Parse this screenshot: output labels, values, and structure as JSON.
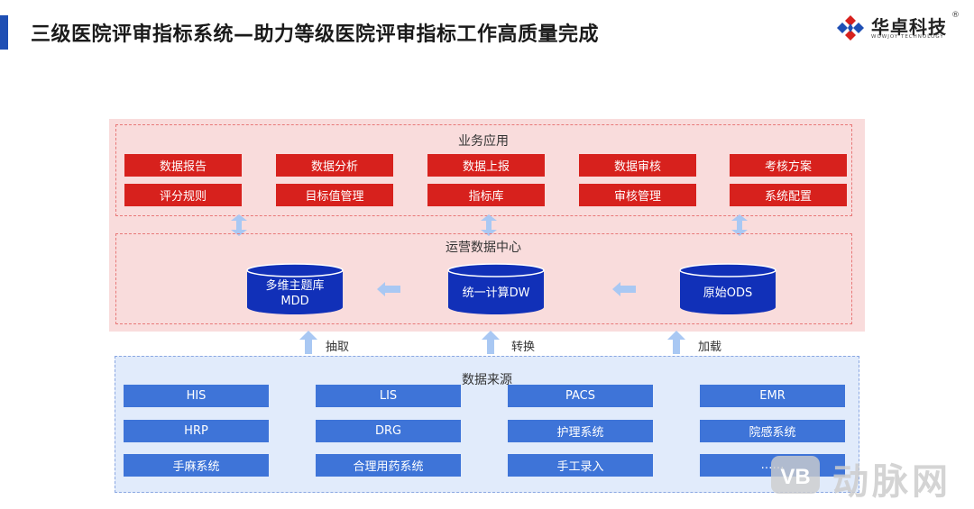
{
  "header": {
    "title": "三级医院评审指标系统—助力等级医院评审指标工作高质量完成"
  },
  "logo": {
    "name": "华卓科技",
    "subtitle": "WOWJOY TECHNOLOGY",
    "reg": "®"
  },
  "business": {
    "title": "业务应用",
    "row1": [
      "数据报告",
      "数据分析",
      "数据上报",
      "数据审核",
      "考核方案"
    ],
    "row2": [
      "评分规则",
      "目标值管理",
      "指标库",
      "审核管理",
      "系统配置"
    ]
  },
  "ops": {
    "title": "运营数据中心",
    "db_mdd_line1": "多维主题库",
    "db_mdd_line2": "MDD",
    "db_dw": "统一计算DW",
    "db_ods": "原始ODS"
  },
  "flows": {
    "extract": "抽取",
    "transform": "转换",
    "load": "加载"
  },
  "sources": {
    "title": "数据来源",
    "row1": [
      "HIS",
      "LIS",
      "PACS",
      "EMR"
    ],
    "row2": [
      "HRP",
      "DRG",
      "护理系统",
      "院感系统"
    ],
    "row3": [
      "手麻系统",
      "合理用药系统",
      "手工录入",
      "……"
    ]
  },
  "watermark": {
    "text": "动脉网"
  },
  "colors": {
    "accent_blue": "#1f4fb4",
    "business_red": "#d7211d",
    "source_blue": "#3e74d8",
    "db_blue": "#1130b8",
    "arrow": "#a9c8f3",
    "zone_pink": "#f9dcdc",
    "zone_blue": "#e1ebfb"
  }
}
